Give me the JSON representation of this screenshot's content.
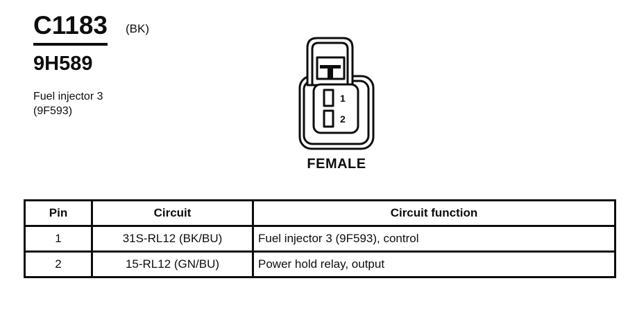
{
  "header": {
    "connector_id": "C1183",
    "connector_color": "(BK)",
    "part_number": "9H589",
    "description_line1": "Fuel injector 3",
    "description_line2": "(9F593)"
  },
  "connector": {
    "gender_label": "FEMALE",
    "pin1_label": "1",
    "pin2_label": "2"
  },
  "table": {
    "headers": [
      "Pin",
      "Circuit",
      "Circuit function"
    ],
    "rows": [
      {
        "pin": "1",
        "circuit": "31S-RL12 (BK/BU)",
        "function": "Fuel injector 3 (9F593), control"
      },
      {
        "pin": "2",
        "circuit": "15-RL12 (GN/BU)",
        "function": "Power hold relay, output"
      }
    ]
  },
  "colors": {
    "ink": "#0d0d0d",
    "paper": "#ffffff"
  }
}
